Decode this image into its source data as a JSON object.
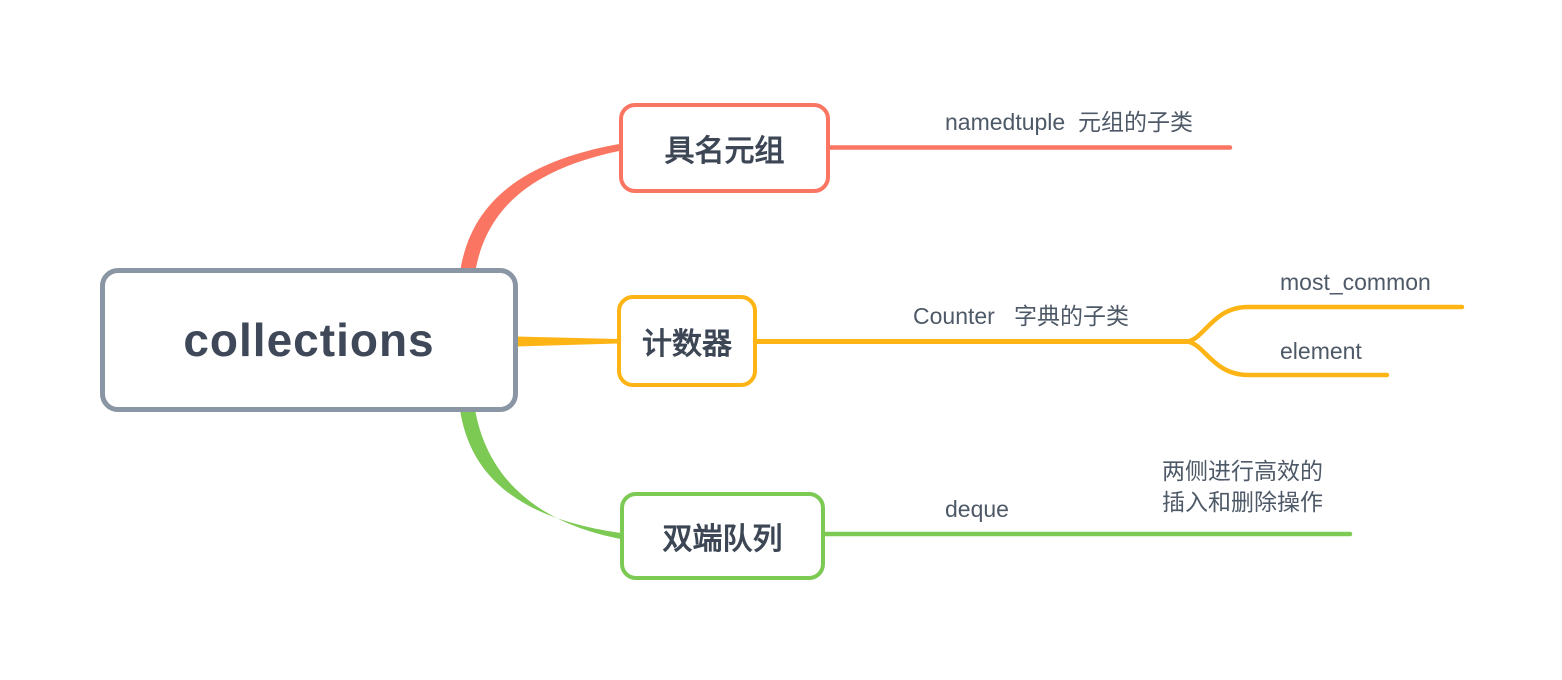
{
  "root": {
    "label": "collections"
  },
  "branches": [
    {
      "id": "namedtuple",
      "topic": "具名元组",
      "color": "#FA7662",
      "note": "namedtuple  元组的子类"
    },
    {
      "id": "counter",
      "topic": "计数器",
      "color": "#FDB414",
      "note": "Counter   字典的子类",
      "children": [
        {
          "label": "most_common"
        },
        {
          "label": "element"
        }
      ]
    },
    {
      "id": "deque",
      "topic": "双端队列",
      "color": "#7CC953",
      "note": "deque",
      "description": "两侧进行高效的\n插入和删除操作"
    }
  ],
  "colors": {
    "root_border": "#8B96A4",
    "root_text": "#3E4858",
    "branch_red": "#FA7662",
    "branch_yellow": "#FDB414",
    "branch_green": "#7CC953",
    "label_text": "#4E5967",
    "background": "#FFFFFF"
  }
}
